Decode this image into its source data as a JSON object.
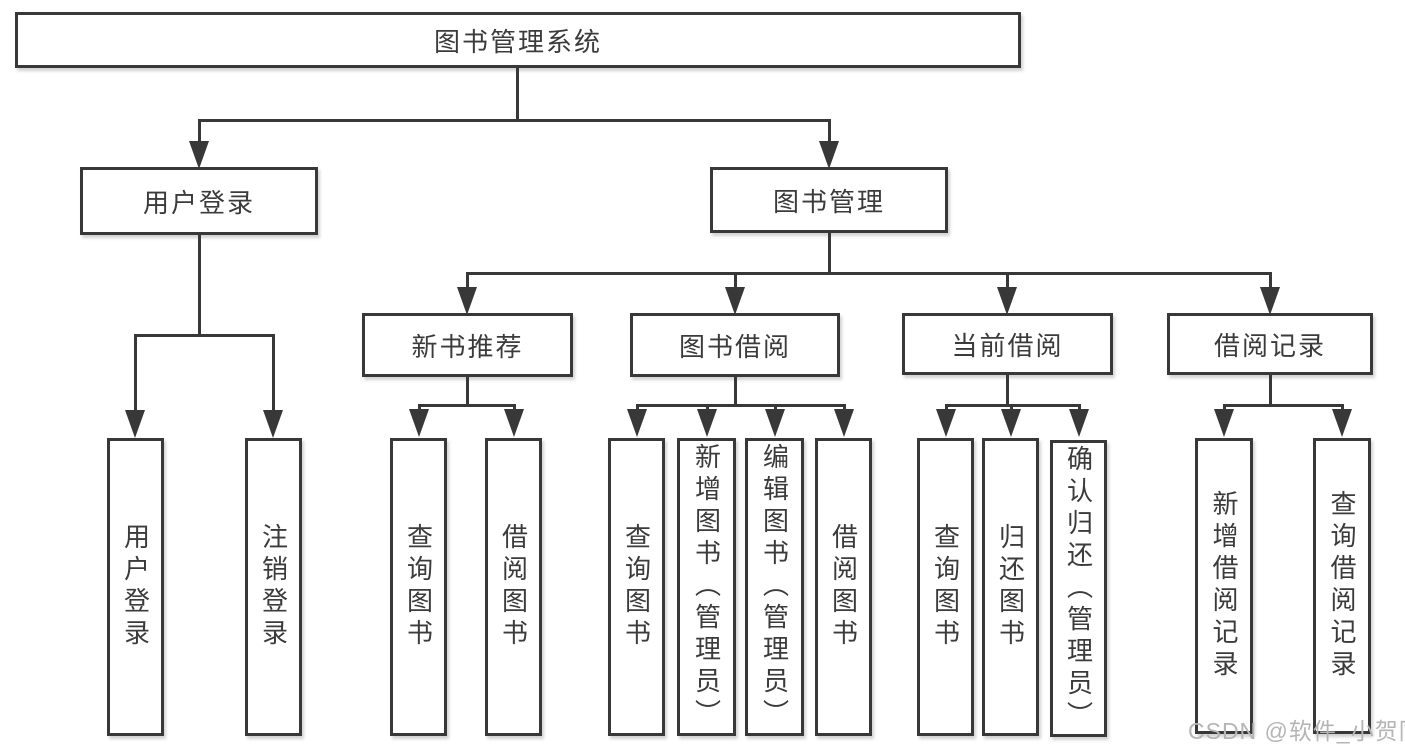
{
  "diagram": {
    "root": {
      "label": "图书管理系统"
    },
    "level2": [
      {
        "label": "用户登录"
      },
      {
        "label": "图书管理"
      }
    ],
    "level3": [
      {
        "label": "新书推荐"
      },
      {
        "label": "图书借阅"
      },
      {
        "label": "当前借阅"
      },
      {
        "label": "借阅记录"
      }
    ],
    "leaves": {
      "user_login": [
        {
          "label": "用户登录"
        },
        {
          "label": "注销登录"
        }
      ],
      "new_books": [
        {
          "label": "查询图书"
        },
        {
          "label": "借阅图书"
        }
      ],
      "book_borrow": [
        {
          "label": "查询图书"
        },
        {
          "label": "新增图书（管理员）"
        },
        {
          "label": "编辑图书（管理员）"
        },
        {
          "label": "借阅图书"
        }
      ],
      "current_borrow": [
        {
          "label": "查询图书"
        },
        {
          "label": "归还图书"
        },
        {
          "label": "确认归还（管理员）"
        }
      ],
      "borrow_records": [
        {
          "label": "新增借阅记录"
        },
        {
          "label": "查询借阅记录"
        }
      ]
    }
  },
  "watermark": {
    "text": "CSDN @软件_小贺同学"
  },
  "colors": {
    "line": "#383838",
    "text": "#3b3b3b",
    "watermark": "#b5b5b5",
    "background": "#ffffff"
  }
}
